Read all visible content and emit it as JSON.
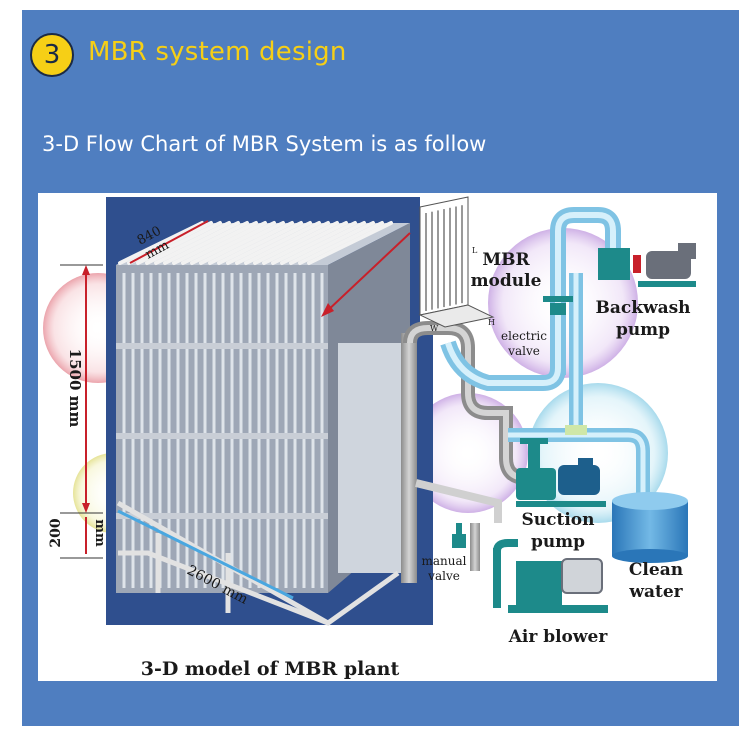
{
  "header": {
    "number": "3",
    "title": "MBR system design",
    "subtitle": "3-D Flow Chart of MBR System is as follow"
  },
  "figure": {
    "caption": "3-D model of MBR plant",
    "dimensions": {
      "width": "840",
      "width_unit": "mm",
      "height": "1500 mm",
      "base": "200",
      "base_unit": "mm",
      "length": "2600 mm"
    },
    "labels": {
      "mbr_line1": "MBR",
      "mbr_line2": "module",
      "electric_line1": "electric",
      "electric_line2": "valve",
      "backwash_line1": "Backwash",
      "backwash_line2": "pump",
      "suction_line1": "Suction",
      "suction_line2": "pump",
      "manual_line1": "manual",
      "manual_line2": "valve",
      "clean_line1": "Clean",
      "clean_line2": "water",
      "air_blower": "Air blower"
    },
    "module_dims": {
      "l": "L",
      "w": "W",
      "h": "H"
    }
  },
  "colors": {
    "panel": "#4f7ec0",
    "accent": "#f6cf16",
    "frame_bg": "#2f4f8e",
    "pipe": "#a9d8ef",
    "pump": "#1d8a8a",
    "dimension": "#c8202a"
  }
}
